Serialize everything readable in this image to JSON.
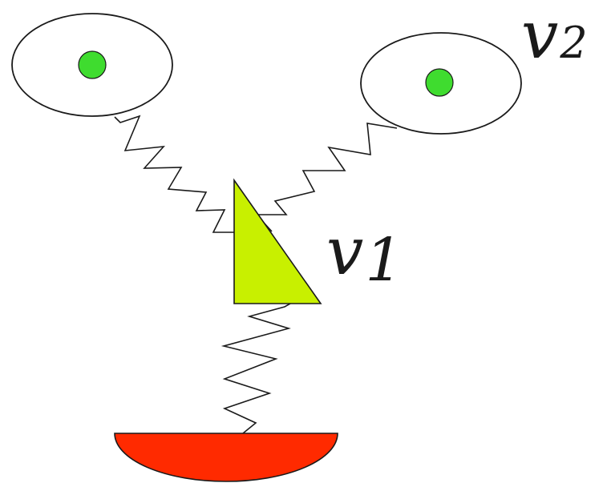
{
  "labels": {
    "v2": {
      "base": "v",
      "subscript": "2"
    },
    "v1": {
      "base": "v",
      "subscript": "1"
    }
  },
  "colors": {
    "disk_fill": "#ffffff",
    "disk_center": "#3fdc2f",
    "triangle": "#c8f000",
    "base": "#ff2a00",
    "outline": "#1a1a1a"
  }
}
